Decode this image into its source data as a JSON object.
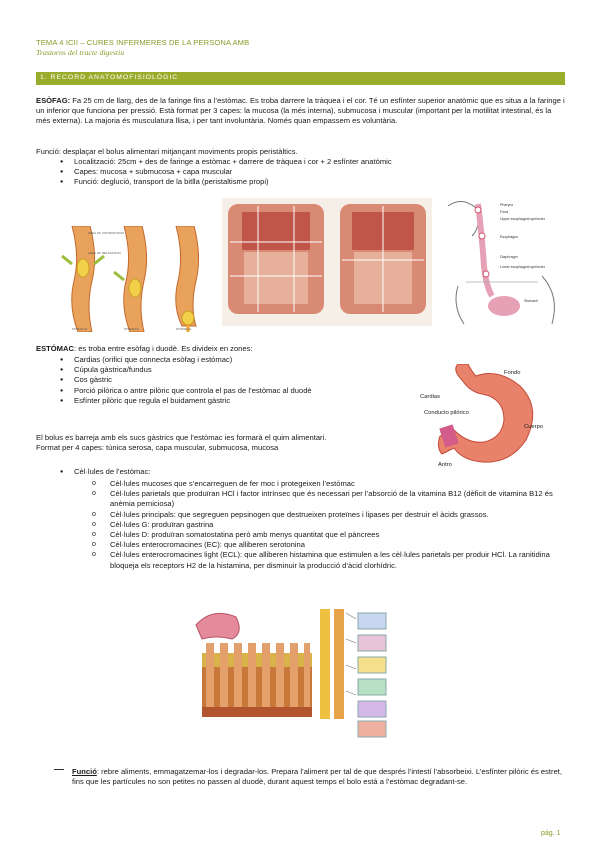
{
  "header": {
    "title": "TEMA 4 ICII – CURES INFERMERES DE LA PERSONA AMB",
    "subtitle": "Trastorns del tracte digestiu"
  },
  "section": {
    "label": "1.  RECORD ANATOMOFISIOLÒGIC"
  },
  "esofag": {
    "lead": "ESÒFAG:",
    "p1": " Fa 25 cm de llarg, des de la faringe fins a l’estòmac. Es troba darrere la tràquea i el cor. Té un esfínter superior anatòmic que es situa a la faringe i un inferior que funciona per pressió. Està format per 3 capes: la mucosa (la més interna), submucosa i muscular (important per la motilitat intestinal, és la més externa). La majoria és musculatura llisa, i per tant involuntària. Només quan empassem es voluntària.",
    "p2": "Funció: desplaçar el bolus alimentari mitjançant moviments propis peristàltics.",
    "bullets": [
      "Localització: 25cm + des de faringe a estòmac + darrere de tràquea i cor + 2 esfínter anatòmic",
      "Capes: mucosa + submucosa + capa muscular",
      "Funció: deglució, transport de la bitlla (peristaltisme propi)"
    ]
  },
  "figure1": {
    "labels": [
      "AREA OF CONTRACTION",
      "AREA OF RELAXATION",
      "STOMACH",
      "STOMACH",
      "STOMACH"
    ]
  },
  "figure3": {
    "labels": [
      "Pharynx",
      "Food",
      "Upper esophageal sphincter",
      "Esophagus",
      "Diaphragm",
      "Lower esophageal sphincter",
      "Stomach"
    ]
  },
  "estomac": {
    "lead": "ESTÓMAC",
    "intro": ": es troba entre esòfag i duodè. Es divideix en zones:",
    "zones": [
      "Cardias (orifici que connecta esòfag i estómac)",
      "Cúpula gàstrica/fundus",
      "Cos gàstric",
      "Porció pilòrica o antre pilòric que controla el pas de l’estòmac al duodè",
      "Esfínter pilòric que regula el buidament gàstric"
    ],
    "p1": "El bolus es barreja amb els sucs gàstrics que l’estòmac ies formarà el quim alimentari.",
    "p2": "Format per 4 capes: túnica serosa, capa muscular, submucosa, mucosa",
    "cells_title": "Cèl·lules de l’estòmac:",
    "cells": [
      "Cèl·lules mucoses que s’encarreguen de fer moc i protegeixen l’estòmac",
      "Cèl·lules parietals que produïran HCl i factor intrínsec que és necessari per l’absorció de la vitamina B12 (dèficit de vitamina B12 és anèmia perniciosa)",
      "Cèl·lules principals: que segreguen pepsinogen que destrueixen proteïnes i lipases per destruir el àcids grassos.",
      "Cèl·lules G: produïran gastrina",
      "Cèl·lules D: produïran somatostatina però amb menys quantitat que el pàncrees",
      "Cèl·lules enterocromacines (EC): que alliberen serotonina",
      "Cèl·lules enterocromacines light (ECL): que alliberen histamina que estimulen a les cèl·lules parietals per produir HCl. La ranitidina bloqueja els receptors H2 de la histamina, per disminuir la producció d’àcid clorhídric."
    ]
  },
  "stomach_fig": {
    "labels": [
      "Fondo",
      "Cardias",
      "Conducto pilórico",
      "Cuerpo",
      "Antro"
    ]
  },
  "funcio": {
    "lead": "Funció",
    "text": ": rebre aliments, emmagatzemar-los i degradar-los. Prepara l’aliment per tal de que després l’intestí l’absorbeixi. L’esfínter pilòric és estret, fins que les partícules no son petites no passen al duodè, durant aquest temps el bolo està a l’estòmac degradant-se."
  },
  "page": {
    "number": "pág. 1"
  },
  "colors": {
    "accent": "#9aac2c",
    "accent_text": "#8a9a2a"
  }
}
